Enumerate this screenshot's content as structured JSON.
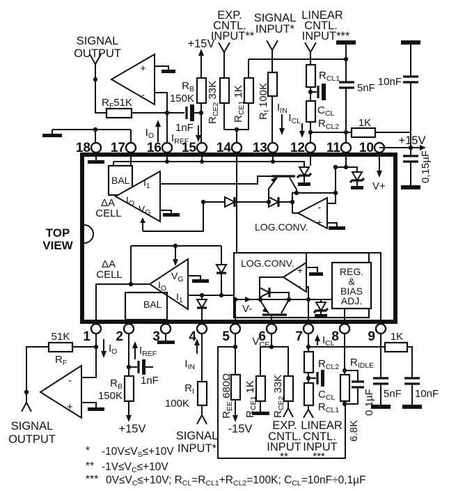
{
  "ic": {
    "pins_top": [
      "18",
      "17",
      "16",
      "15",
      "14",
      "13",
      "12",
      "11",
      "10"
    ],
    "pins_bottom": [
      "1",
      "2",
      "3",
      "4",
      "5",
      "6",
      "7",
      "8",
      "9"
    ],
    "top_view": [
      "TOP",
      "VIEW"
    ],
    "cell": {
      "delta": "ΔA",
      "word": "CELL"
    },
    "bal": "BAL",
    "log_conv": "LOG.CONV.",
    "reg": [
      "REG.",
      "&",
      "BIAS",
      "ADJ."
    ],
    "sig": {
      "i": "I",
      "one": "1",
      "o": "O",
      "v": "V",
      "g": "G"
    },
    "vplus": "V+",
    "vminus": "V-",
    "plus": "+",
    "minus": "-"
  },
  "terminals": {
    "signal": "SIGNAL",
    "output": "OUTPUT",
    "input1": "INPUT*",
    "exp": "EXP.",
    "cntl": "CNTL.",
    "input": "INPUT",
    "input2": "INPUT**",
    "linear": "LINEAR",
    "input3": "INPUT***",
    "stars2": "**",
    "stars3": "***",
    "p15": "+15V",
    "m15": "-15V"
  },
  "parts": {
    "r": "R",
    "c": "C",
    "f": "F",
    "b": "B",
    "ce1": "CE1",
    "ce2": "CE2",
    "i": "I",
    "cl": "CL",
    "cl1": "CL1",
    "cl2": "CL2",
    "ee": "EE",
    "idle": "IDLE",
    "v51k": "51K",
    "v150k": "150K",
    "v1k": "1K",
    "v33k": "33K",
    "v100k": " 100K",
    "v680": " 680Ω",
    "v68k": "6.8K",
    "c1nf": "1nF",
    "c5nf": "5nF",
    "c10nf": "10nF",
    "c015": "0,15µF",
    "c01": "0,1µF",
    "sp33k": " 33K",
    "sp1k": " 1K"
  },
  "currents": {
    "i": "I",
    "o": "O",
    "ref": "REF",
    "in": "IN",
    "cl": "CL",
    "v": "V",
    "ce": "CE"
  },
  "footnotes": {
    "s1": "*",
    "f1a": "-10V≤V",
    "f1s": "S",
    "f1b": "≤+10V",
    "s2": "**",
    "f2a": "-1V≤V",
    "f2s": "C",
    "f2b": "≤+10V",
    "s3": "***",
    "f3a": "0V≤V",
    "f3s": "C",
    "f3b": "≤+10V;  R",
    "f3s2": "CL",
    "f3c": "=R",
    "f3s3": "CL1",
    "f3d": "+R",
    "f3s4": "CL2",
    "f3e": "=100K;  C",
    "f3s5": "CL",
    "f3f": "=10nF÷0,1µF"
  }
}
